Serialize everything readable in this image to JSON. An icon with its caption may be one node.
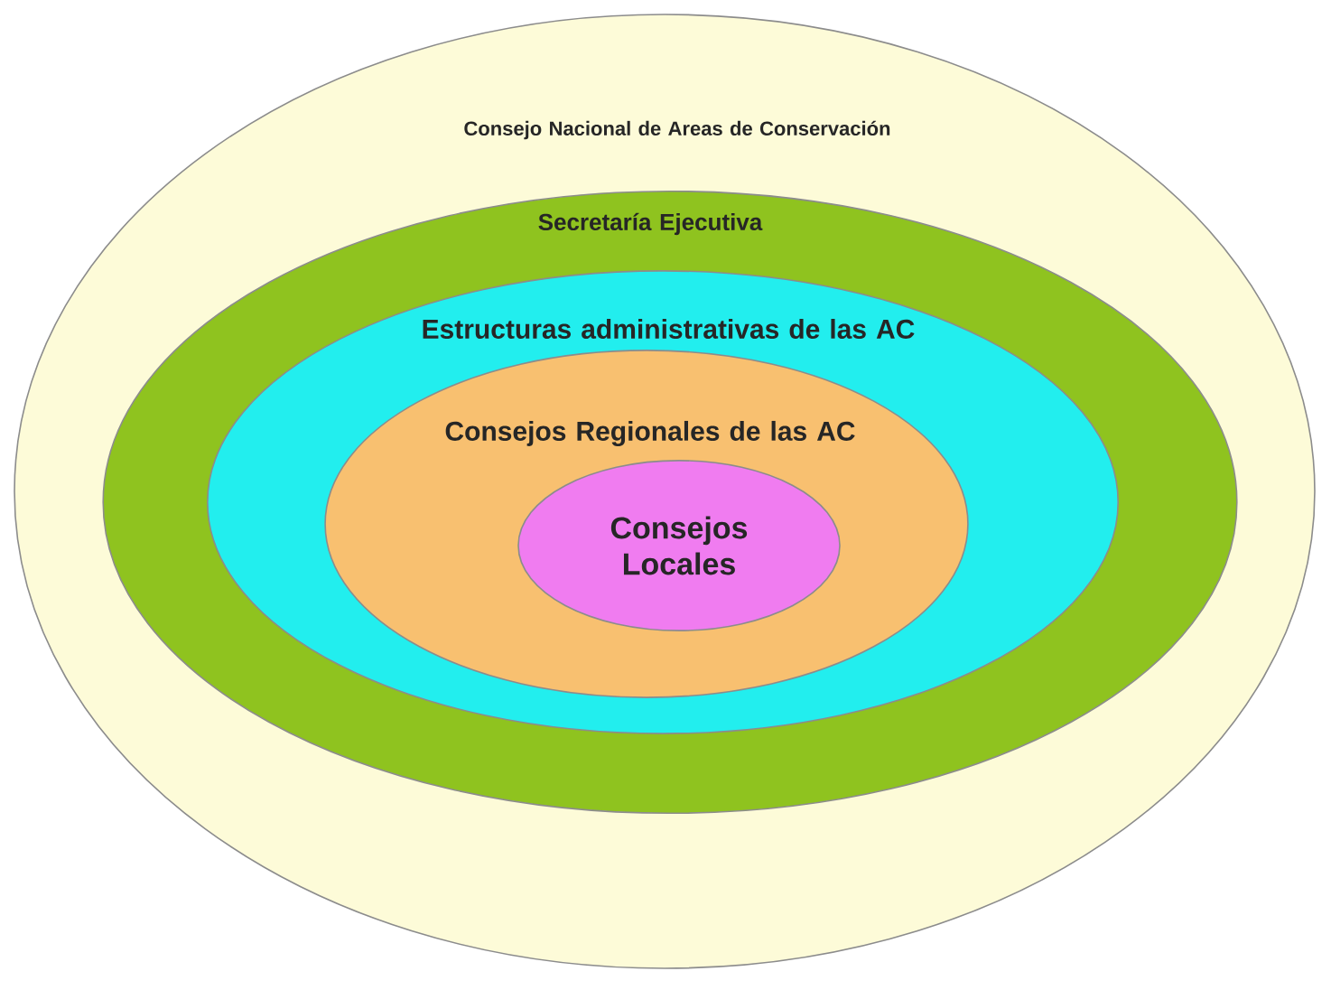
{
  "diagram": {
    "nodes": [
      {
        "text": [
          "Consejo Nacional de Areas de Conservación"
        ]
      },
      {
        "text": [
          "Secretaría Ejecutiva"
        ],
        "in": 0
      },
      {
        "text": [
          "Estructuras administrativas de las AC"
        ],
        "in": 1
      },
      {
        "text": [
          "Consejos Regionales de las AC"
        ],
        "in": 2
      },
      {
        "text": [
          "Consejos Locales"
        ],
        "in": 3
      }
    ]
  }
}
